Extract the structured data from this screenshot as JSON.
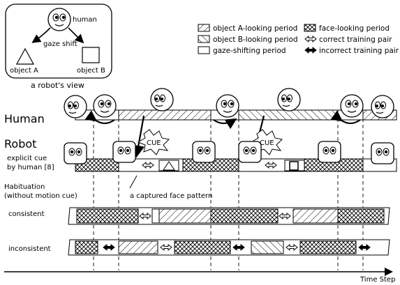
{
  "inset": {
    "human_label": "human",
    "gaze_shift_label": "gaze shift",
    "object_a_label": "object A",
    "object_b_label": "object B",
    "caption": "a robot's view"
  },
  "legend": {
    "object_a_period": "object A-looking period",
    "object_b_period": "object B-looking period",
    "gaze_shifting_period": "gaze-shifting period",
    "face_looking_period": "face-looking period",
    "correct_pair": "correct training pair",
    "incorrect_pair": "incorrect training pair"
  },
  "rows": {
    "human": "Human",
    "robot": "Robot",
    "explicit_cue_line1": "explicit cue",
    "explicit_cue_line2": "by human [8]",
    "habituation_line1": "Habituation",
    "habituation_line2": "(without motion cue)",
    "consistent": "consistent",
    "inconsistent": "inconsistent"
  },
  "annotations": {
    "cue": "CUE",
    "captured_face": "a captured face pattern"
  },
  "axis": {
    "time_label": "Time Step"
  }
}
